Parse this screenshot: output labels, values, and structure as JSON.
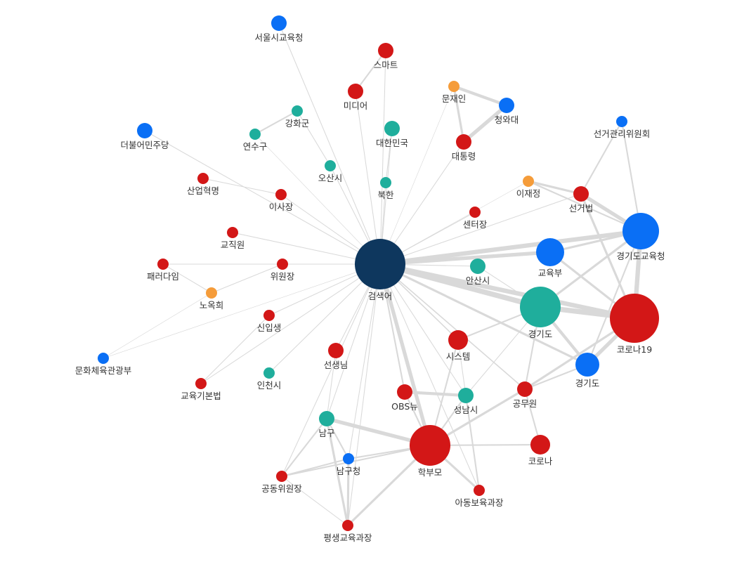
{
  "graph": {
    "colors": {
      "center": "#0e375e",
      "red": "#d31717",
      "blue": "#0a6ff5",
      "teal": "#1fae9c",
      "orange": "#f59c3a",
      "edge": "#d9d9d9"
    },
    "nodes": [
      {
        "id": "center",
        "label": "검색어",
        "color": "center",
        "size": 36
      },
      {
        "id": "seoul_edu",
        "label": "서울시교육청",
        "color": "blue",
        "size": 11
      },
      {
        "id": "smart",
        "label": "스마트",
        "color": "red",
        "size": 11
      },
      {
        "id": "media",
        "label": "미디어",
        "color": "red",
        "size": 11
      },
      {
        "id": "moonjaein",
        "label": "문재인",
        "color": "orange",
        "size": 8
      },
      {
        "id": "cheongwadae",
        "label": "청와대",
        "color": "blue",
        "size": 11
      },
      {
        "id": "president",
        "label": "대통령",
        "color": "red",
        "size": 11
      },
      {
        "id": "ganghwa",
        "label": "강화군",
        "color": "teal",
        "size": 8
      },
      {
        "id": "yeonsu",
        "label": "연수구",
        "color": "teal",
        "size": 8
      },
      {
        "id": "korea",
        "label": "대한민국",
        "color": "teal",
        "size": 11
      },
      {
        "id": "democratic",
        "label": "더불어민주당",
        "color": "blue",
        "size": 11
      },
      {
        "id": "election_commission",
        "label": "선거관리위원회",
        "color": "blue",
        "size": 8
      },
      {
        "id": "osan",
        "label": "오산시",
        "color": "teal",
        "size": 8
      },
      {
        "id": "north_korea",
        "label": "북한",
        "color": "teal",
        "size": 8
      },
      {
        "id": "industrial_revolution",
        "label": "산업혁명",
        "color": "red",
        "size": 8
      },
      {
        "id": "director",
        "label": "이사장",
        "color": "red",
        "size": 8
      },
      {
        "id": "leejaejung",
        "label": "이재정",
        "color": "orange",
        "size": 8
      },
      {
        "id": "election_law",
        "label": "선거법",
        "color": "red",
        "size": 11
      },
      {
        "id": "center_head",
        "label": "센터장",
        "color": "red",
        "size": 8
      },
      {
        "id": "gg_edu_office",
        "label": "경기도교육청",
        "color": "blue",
        "size": 26
      },
      {
        "id": "staff",
        "label": "교직원",
        "color": "red",
        "size": 8
      },
      {
        "id": "ministry_edu",
        "label": "교육부",
        "color": "blue",
        "size": 20
      },
      {
        "id": "paradigm",
        "label": "패러다임",
        "color": "red",
        "size": 8
      },
      {
        "id": "chairman",
        "label": "위원장",
        "color": "red",
        "size": 8
      },
      {
        "id": "ansan",
        "label": "안산시",
        "color": "teal",
        "size": 11
      },
      {
        "id": "noockhee",
        "label": "노옥희",
        "color": "orange",
        "size": 8
      },
      {
        "id": "gyeonggi_big",
        "label": "경기도",
        "color": "teal",
        "size": 29
      },
      {
        "id": "corona19",
        "label": "코로나19",
        "color": "red",
        "size": 35
      },
      {
        "id": "freshman",
        "label": "신입생",
        "color": "red",
        "size": 8
      },
      {
        "id": "teacher",
        "label": "선생님",
        "color": "red",
        "size": 11
      },
      {
        "id": "system",
        "label": "시스템",
        "color": "red",
        "size": 14
      },
      {
        "id": "mcst",
        "label": "문화체육관광부",
        "color": "blue",
        "size": 8
      },
      {
        "id": "gyeonggi_blue",
        "label": "경기도",
        "color": "blue",
        "size": 17
      },
      {
        "id": "incheon",
        "label": "인천시",
        "color": "teal",
        "size": 8
      },
      {
        "id": "basic_edu_law",
        "label": "교육기본법",
        "color": "red",
        "size": 8
      },
      {
        "id": "obs_news",
        "label": "OBS뉴",
        "color": "red",
        "size": 11
      },
      {
        "id": "seongnam",
        "label": "성남시",
        "color": "teal",
        "size": 11
      },
      {
        "id": "civil_servant",
        "label": "공무원",
        "color": "red",
        "size": 11
      },
      {
        "id": "namgu",
        "label": "남구",
        "color": "teal",
        "size": 11
      },
      {
        "id": "parents",
        "label": "학부모",
        "color": "red",
        "size": 29
      },
      {
        "id": "corona",
        "label": "코로나",
        "color": "red",
        "size": 14
      },
      {
        "id": "namgu_office",
        "label": "남구청",
        "color": "blue",
        "size": 8
      },
      {
        "id": "co_chair",
        "label": "공동위원장",
        "color": "red",
        "size": 8
      },
      {
        "id": "childcare_div",
        "label": "아동보육과장",
        "color": "red",
        "size": 8
      },
      {
        "id": "lifelong_edu_div",
        "label": "평생교육과장",
        "color": "red",
        "size": 8
      }
    ],
    "edges": [
      {
        "s": "center",
        "t": "seoul_edu",
        "w": 1
      },
      {
        "s": "center",
        "t": "smart",
        "w": 1
      },
      {
        "s": "center",
        "t": "media",
        "w": 1
      },
      {
        "s": "center",
        "t": "moonjaein",
        "w": 0.6
      },
      {
        "s": "center",
        "t": "president",
        "w": 1
      },
      {
        "s": "center",
        "t": "korea",
        "w": 1
      },
      {
        "s": "center",
        "t": "democratic",
        "w": 1
      },
      {
        "s": "center",
        "t": "osan",
        "w": 1
      },
      {
        "s": "center",
        "t": "north_korea",
        "w": 1
      },
      {
        "s": "center",
        "t": "yeonsu",
        "w": 0.6
      },
      {
        "s": "center",
        "t": "director",
        "w": 1
      },
      {
        "s": "center",
        "t": "center_head",
        "w": 1
      },
      {
        "s": "center",
        "t": "leejaejung",
        "w": 0.6
      },
      {
        "s": "center",
        "t": "staff",
        "w": 1
      },
      {
        "s": "center",
        "t": "paradigm",
        "w": 1
      },
      {
        "s": "center",
        "t": "chairman",
        "w": 1
      },
      {
        "s": "center",
        "t": "ansan",
        "w": 1
      },
      {
        "s": "center",
        "t": "freshman",
        "w": 1
      },
      {
        "s": "center",
        "t": "mcst",
        "w": 0.6
      },
      {
        "s": "center",
        "t": "basic_edu_law",
        "w": 1
      },
      {
        "s": "center",
        "t": "incheon",
        "w": 1
      },
      {
        "s": "center",
        "t": "teacher",
        "w": 1
      },
      {
        "s": "center",
        "t": "system",
        "w": 1.5
      },
      {
        "s": "center",
        "t": "obs_news",
        "w": 2
      },
      {
        "s": "center",
        "t": "seongnam",
        "w": 1
      },
      {
        "s": "center",
        "t": "namgu",
        "w": 1
      },
      {
        "s": "center",
        "t": "namgu_office",
        "w": 1
      },
      {
        "s": "center",
        "t": "co_chair",
        "w": 1
      },
      {
        "s": "center",
        "t": "lifelong_edu_div",
        "w": 1
      },
      {
        "s": "center",
        "t": "childcare_div",
        "w": 1
      },
      {
        "s": "center",
        "t": "parents",
        "w": 5
      },
      {
        "s": "center",
        "t": "civil_servant",
        "w": 1.5
      },
      {
        "s": "center",
        "t": "gyeonggi_blue",
        "w": 3
      },
      {
        "s": "center",
        "t": "ministry_edu",
        "w": 5
      },
      {
        "s": "center",
        "t": "gg_edu_office",
        "w": 6
      },
      {
        "s": "center",
        "t": "gyeonggi_big",
        "w": 7
      },
      {
        "s": "center",
        "t": "corona19",
        "w": 6
      },
      {
        "s": "center",
        "t": "election_law",
        "w": 1
      },
      {
        "s": "smart",
        "t": "media",
        "w": 2
      },
      {
        "s": "moonjaein",
        "t": "cheongwadae",
        "w": 4
      },
      {
        "s": "moonjaein",
        "t": "president",
        "w": 3
      },
      {
        "s": "cheongwadae",
        "t": "president",
        "w": 5
      },
      {
        "s": "ganghwa",
        "t": "yeonsu",
        "w": 2
      },
      {
        "s": "ganghwa",
        "t": "osan",
        "w": 1
      },
      {
        "s": "korea",
        "t": "north_korea",
        "w": 1
      },
      {
        "s": "industrial_revolution",
        "t": "director",
        "w": 1
      },
      {
        "s": "paradigm",
        "t": "chairman",
        "w": 0.6
      },
      {
        "s": "chairman",
        "t": "noockhee",
        "w": 1
      },
      {
        "s": "noockhee",
        "t": "paradigm",
        "w": 1
      },
      {
        "s": "noockhee",
        "t": "mcst",
        "w": 0.6
      },
      {
        "s": "freshman",
        "t": "basic_edu_law",
        "w": 1
      },
      {
        "s": "leejaejung",
        "t": "election_law",
        "w": 3
      },
      {
        "s": "leejaejung",
        "t": "gg_edu_office",
        "w": 2
      },
      {
        "s": "election_commission",
        "t": "election_law",
        "w": 2
      },
      {
        "s": "election_commission",
        "t": "gg_edu_office",
        "w": 2
      },
      {
        "s": "election_law",
        "t": "gg_edu_office",
        "w": 5
      },
      {
        "s": "election_law",
        "t": "corona19",
        "w": 3
      },
      {
        "s": "gg_edu_office",
        "t": "ministry_edu",
        "w": 3
      },
      {
        "s": "gg_edu_office",
        "t": "corona19",
        "w": 6
      },
      {
        "s": "gg_edu_office",
        "t": "gyeonggi_big",
        "w": 3
      },
      {
        "s": "gg_edu_office",
        "t": "gyeonggi_blue",
        "w": 2
      },
      {
        "s": "ministry_edu",
        "t": "corona19",
        "w": 3
      },
      {
        "s": "ansan",
        "t": "gyeonggi_big",
        "w": 1
      },
      {
        "s": "gyeonggi_big",
        "t": "corona19",
        "w": 7
      },
      {
        "s": "gyeonggi_big",
        "t": "gyeonggi_blue",
        "w": 4
      },
      {
        "s": "gyeonggi_big",
        "t": "system",
        "w": 2
      },
      {
        "s": "gyeonggi_big",
        "t": "civil_servant",
        "w": 2
      },
      {
        "s": "gyeonggi_big",
        "t": "seongnam",
        "w": 1
      },
      {
        "s": "corona19",
        "t": "gyeonggi_blue",
        "w": 5
      },
      {
        "s": "corona19",
        "t": "civil_servant",
        "w": 3
      },
      {
        "s": "gyeonggi_blue",
        "t": "civil_servant",
        "w": 2
      },
      {
        "s": "civil_servant",
        "t": "parents",
        "w": 3
      },
      {
        "s": "civil_servant",
        "t": "corona",
        "w": 2
      },
      {
        "s": "system",
        "t": "parents",
        "w": 2
      },
      {
        "s": "system",
        "t": "childcare_div",
        "w": 1
      },
      {
        "s": "obs_news",
        "t": "seongnam",
        "w": 4
      },
      {
        "s": "obs_news",
        "t": "parents",
        "w": 2
      },
      {
        "s": "seongnam",
        "t": "parents",
        "w": 2
      },
      {
        "s": "seongnam",
        "t": "childcare_div",
        "w": 2
      },
      {
        "s": "namgu",
        "t": "parents",
        "w": 5
      },
      {
        "s": "namgu",
        "t": "namgu_office",
        "w": 2
      },
      {
        "s": "namgu",
        "t": "co_chair",
        "w": 2
      },
      {
        "s": "namgu",
        "t": "lifelong_edu_div",
        "w": 3
      },
      {
        "s": "namgu_office",
        "t": "co_chair",
        "w": 2
      },
      {
        "s": "namgu_office",
        "t": "lifelong_edu_div",
        "w": 3
      },
      {
        "s": "namgu_office",
        "t": "parents",
        "w": 2
      },
      {
        "s": "co_chair",
        "t": "parents",
        "w": 2
      },
      {
        "s": "co_chair",
        "t": "lifelong_edu_div",
        "w": 1
      },
      {
        "s": "parents",
        "t": "lifelong_edu_div",
        "w": 3
      },
      {
        "s": "parents",
        "t": "childcare_div",
        "w": 3
      },
      {
        "s": "parents",
        "t": "corona",
        "w": 2
      },
      {
        "s": "teacher",
        "t": "namgu",
        "w": 1
      }
    ]
  }
}
